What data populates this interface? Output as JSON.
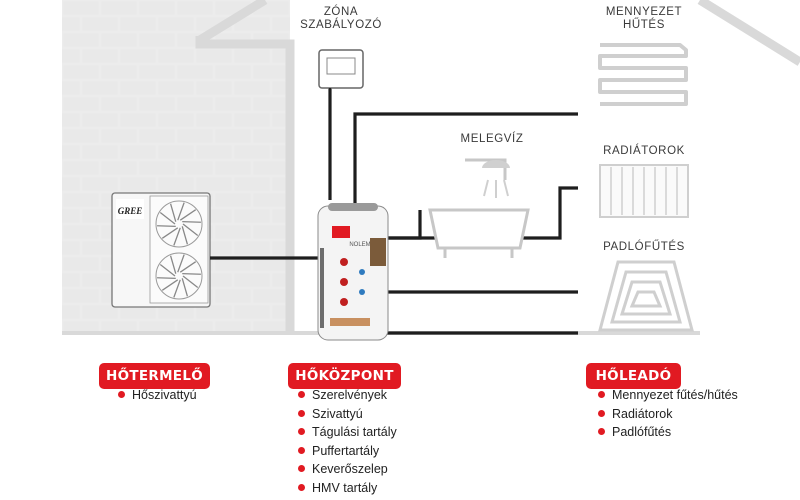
{
  "labels": {
    "zone_controller": [
      "ZÓNA",
      "SZABÁLYOZÓ"
    ],
    "underfloor_cooling": [
      "MENNYEZET",
      "HŰTÉS"
    ],
    "hot_water": "MELEGVÍZ",
    "radiators": "RADIÁTOROK",
    "floor_heating": "PADLÓFŰTÉS"
  },
  "brands": {
    "heat_pump": "GREE",
    "tank": "NOLEMA"
  },
  "sections": [
    {
      "title": "HŐTERMELŐ",
      "items": [
        "Hőszivattyú"
      ]
    },
    {
      "title": "HŐKÖZPONT",
      "items": [
        "Szerelvények",
        "Szivattyú",
        "Tágulási tartály",
        "Puffertartály",
        "Keverőszelep",
        "HMV tartály"
      ]
    },
    {
      "title": "HŐLEADÓ",
      "items": [
        "Mennyezet fűtés/hűtés",
        "Radiátorok",
        "Padlófűtés"
      ]
    }
  ],
  "colors": {
    "accent": "#e11a22",
    "line": "#1e1e1e",
    "wall": "#ececec",
    "mortar": "#ffffff"
  }
}
